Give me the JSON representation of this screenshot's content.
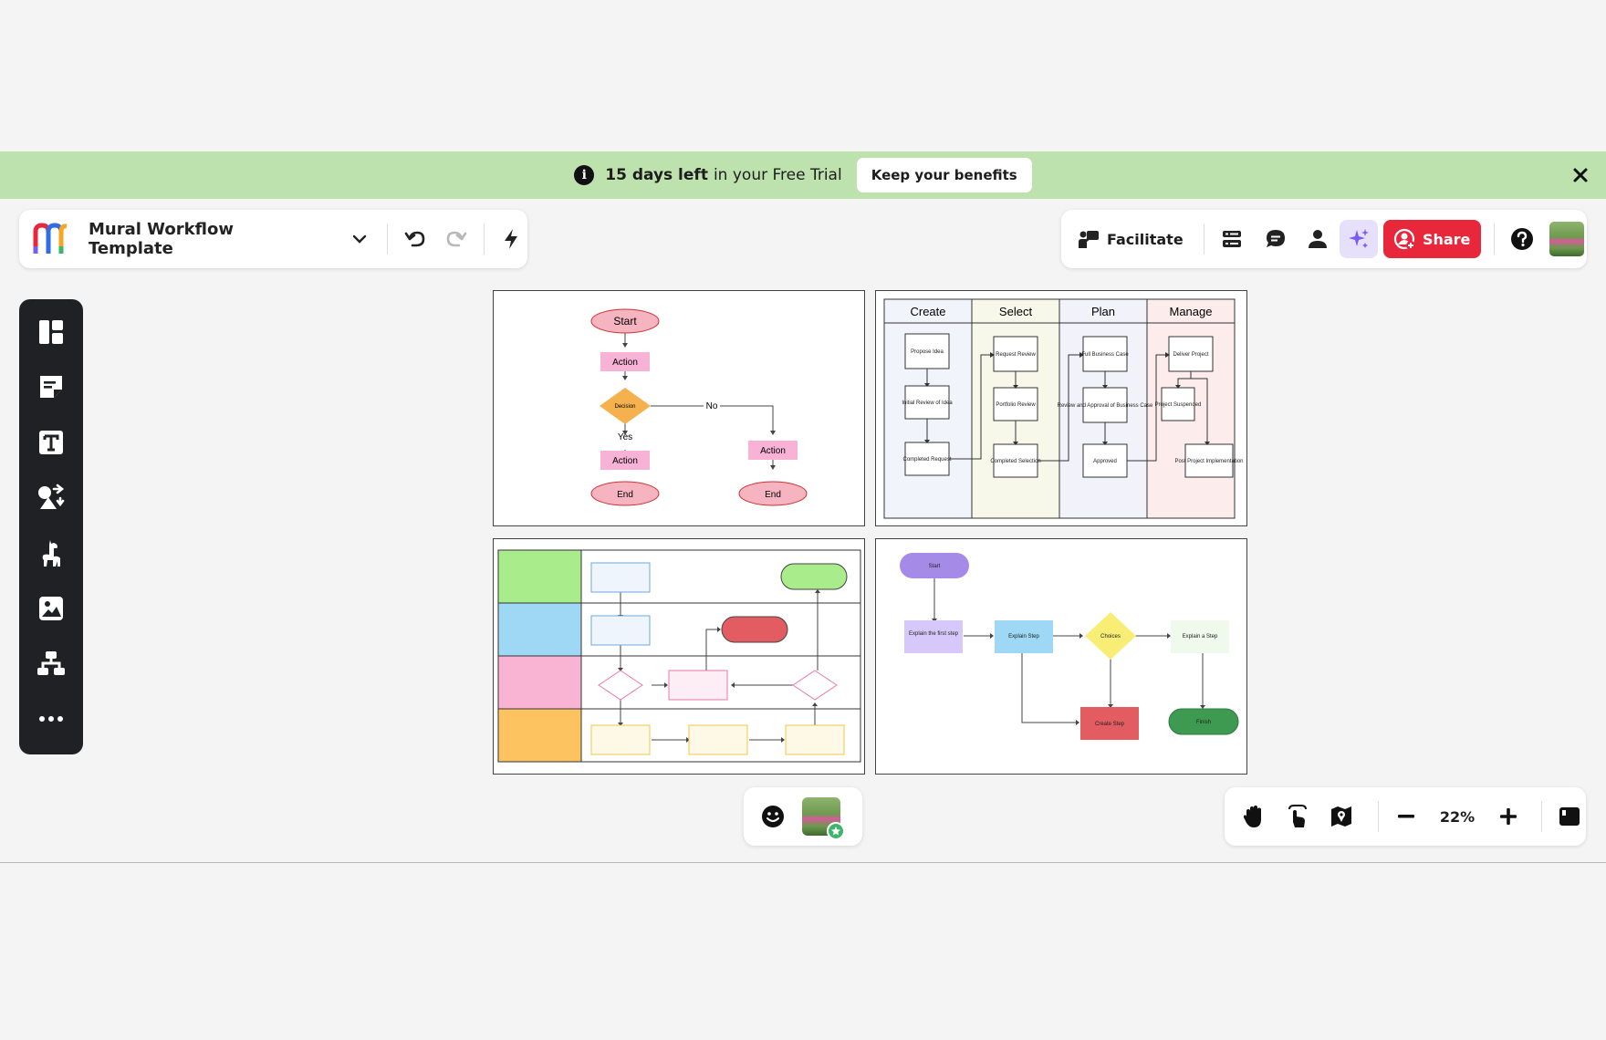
{
  "banner": {
    "days_left": "15 days left",
    "trial_text": "in your Free Trial",
    "keep_button": "Keep your benefits"
  },
  "toolbar": {
    "mural_title": "Mural Workflow Template",
    "facilitate_label": "Facilitate",
    "share_label": "Share"
  },
  "zoom": {
    "level": "22%"
  },
  "frames": {
    "flowchart": {
      "start": "Start",
      "action1": "Action",
      "decision": "Decision",
      "no": "No",
      "yes": "Yes",
      "action2": "Action",
      "action3": "Action",
      "end1": "End",
      "end2": "End"
    },
    "swimlane": {
      "columns": [
        "Create",
        "Select",
        "Plan",
        "Manage"
      ],
      "create": [
        "Propose Idea",
        "Initial Review of Idea",
        "Completed Request"
      ],
      "select": [
        "Request Review",
        "Portfolio Review",
        "Completed Selection"
      ],
      "plan": [
        "Full Business Case",
        "Review and Approval of Business Case",
        "Approved"
      ],
      "manage": [
        "Deliver Project",
        "Project Suspended",
        "Post Project Implementation"
      ]
    },
    "process": {
      "start": "Start",
      "step1": "Explain the first step",
      "step2": "Explain Step",
      "choices": "Choices",
      "step3": "Explain a Step",
      "create": "Create Step",
      "finish": "Finish"
    }
  },
  "colors": {
    "banner_bg": "#bde2ad",
    "share_red": "#e8283a",
    "sidebar_bg": "#1f2124",
    "ai_purple": "#7b5cf0"
  },
  "icons": {
    "sidebar": [
      "templates-icon",
      "sticky-note-icon",
      "text-icon",
      "shapes-icon",
      "llama-icon",
      "image-icon",
      "diagram-icon",
      "more-icon"
    ]
  }
}
